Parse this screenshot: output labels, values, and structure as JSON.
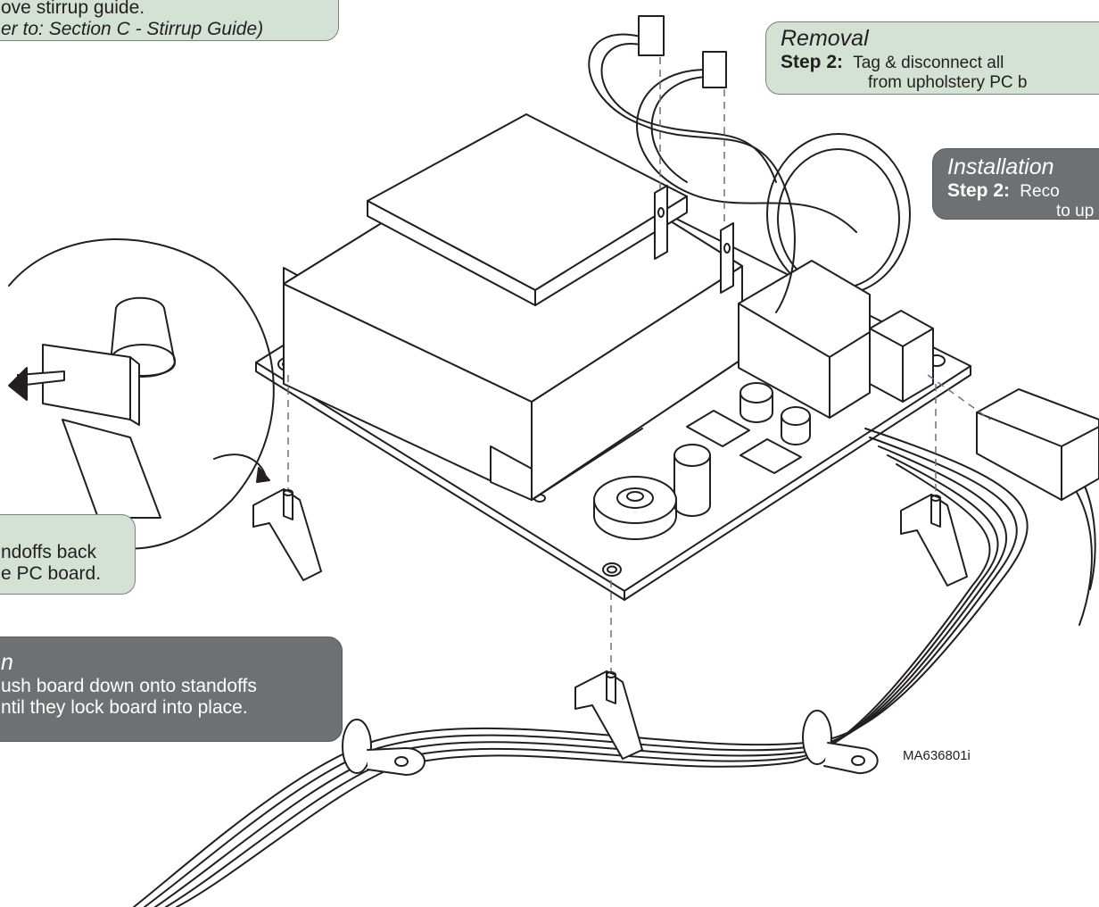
{
  "callouts": {
    "stirrup_removal": {
      "line1": "ove stirrup guide.",
      "line2": "er to: Section C - Stirrup Guide)"
    },
    "removal_step2": {
      "mode": "Removal",
      "step": "Step 2:",
      "line1": "Tag & disconnect all",
      "line2": "from upholstery PC b"
    },
    "installation_step2": {
      "mode": "Installation",
      "step": "Step 2:",
      "line1": "Reco",
      "line2": "to up"
    },
    "removal_standoffs": {
      "line1": "ndoffs back",
      "line2": "e PC board."
    },
    "installation_board": {
      "mode": "n",
      "line1": "ush board down onto standoffs",
      "line2": "ntil they lock board into place."
    }
  },
  "part_number": "MA636801i",
  "colors": {
    "removal_callout_bg": "#d3e2d4",
    "installation_callout_bg": "#6f7073",
    "line_art": "#231f20",
    "guide_dash": "#6b6f8a"
  }
}
